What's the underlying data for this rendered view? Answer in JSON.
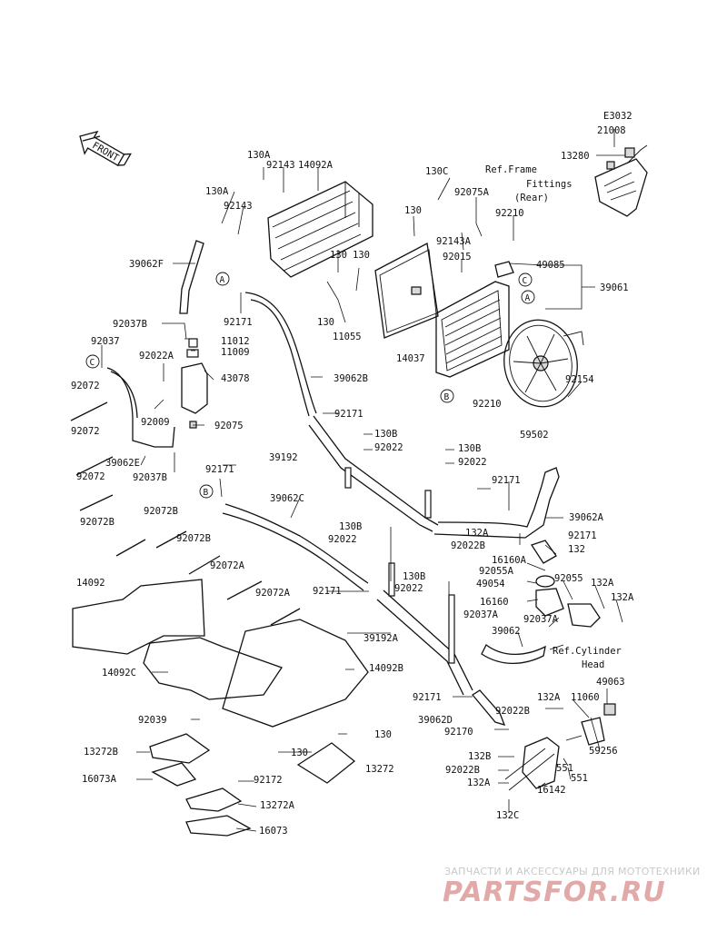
{
  "diagram_code": "E3032",
  "front_label": "FRONT",
  "refs": {
    "frame_line1": "Ref.Frame",
    "frame_line2": "Fittings",
    "frame_line3": "(Rear)",
    "cyl_line1": "Ref.Cylinder",
    "cyl_line2": "Head"
  },
  "markers": [
    "A",
    "B",
    "C"
  ],
  "labels": [
    {
      "id": "21008",
      "text": "21008"
    },
    {
      "id": "13280",
      "text": "13280"
    },
    {
      "id": "130A_1",
      "text": "130A"
    },
    {
      "id": "92143_1",
      "text": "92143"
    },
    {
      "id": "14092A",
      "text": "14092A"
    },
    {
      "id": "130A_2",
      "text": "130A"
    },
    {
      "id": "92143_2",
      "text": "92143"
    },
    {
      "id": "130C",
      "text": "130C"
    },
    {
      "id": "92075A",
      "text": "92075A"
    },
    {
      "id": "130_1",
      "text": "130"
    },
    {
      "id": "92210_1",
      "text": "92210"
    },
    {
      "id": "92143A",
      "text": "92143A"
    },
    {
      "id": "39062F",
      "text": "39062F"
    },
    {
      "id": "130_2",
      "text": "130"
    },
    {
      "id": "130_3",
      "text": "130"
    },
    {
      "id": "92015",
      "text": "92015"
    },
    {
      "id": "49085",
      "text": "49085"
    },
    {
      "id": "39061",
      "text": "39061"
    },
    {
      "id": "92171_1",
      "text": "92171"
    },
    {
      "id": "130_4",
      "text": "130"
    },
    {
      "id": "11055",
      "text": "11055"
    },
    {
      "id": "14037",
      "text": "14037"
    },
    {
      "id": "92037B_1",
      "text": "92037B"
    },
    {
      "id": "11012",
      "text": "11012"
    },
    {
      "id": "11009",
      "text": "11009"
    },
    {
      "id": "92037",
      "text": "92037"
    },
    {
      "id": "92022A",
      "text": "92022A"
    },
    {
      "id": "43078",
      "text": "43078"
    },
    {
      "id": "39062B",
      "text": "39062B"
    },
    {
      "id": "92154",
      "text": "92154"
    },
    {
      "id": "92072_1",
      "text": "92072"
    },
    {
      "id": "92210_2",
      "text": "92210"
    },
    {
      "id": "92009",
      "text": "92009"
    },
    {
      "id": "92171_2",
      "text": "92171"
    },
    {
      "id": "92075",
      "text": "92075"
    },
    {
      "id": "59502",
      "text": "59502"
    },
    {
      "id": "92072_2",
      "text": "92072"
    },
    {
      "id": "130B_1",
      "text": "130B"
    },
    {
      "id": "39062E",
      "text": "39062E"
    },
    {
      "id": "92022_1",
      "text": "92022"
    },
    {
      "id": "130B_2",
      "text": "130B"
    },
    {
      "id": "39192",
      "text": "39192"
    },
    {
      "id": "92022_2",
      "text": "92022"
    },
    {
      "id": "92037B_2",
      "text": "92037B"
    },
    {
      "id": "92072_3",
      "text": "92072"
    },
    {
      "id": "92171_3",
      "text": "92171"
    },
    {
      "id": "92171_4",
      "text": "92171"
    },
    {
      "id": "39062C",
      "text": "39062C"
    },
    {
      "id": "39062A",
      "text": "39062A"
    },
    {
      "id": "92072B_1",
      "text": "92072B"
    },
    {
      "id": "92072B_2",
      "text": "92072B"
    },
    {
      "id": "130B_3",
      "text": "130B"
    },
    {
      "id": "132A_1",
      "text": "132A"
    },
    {
      "id": "92171_5",
      "text": "92171"
    },
    {
      "id": "92022_3",
      "text": "92022"
    },
    {
      "id": "92022B_1",
      "text": "92022B"
    },
    {
      "id": "132",
      "text": "132"
    },
    {
      "id": "92072B_3",
      "text": "92072B"
    },
    {
      "id": "16160A",
      "text": "16160A"
    },
    {
      "id": "92072A_1",
      "text": "92072A"
    },
    {
      "id": "92055A",
      "text": "92055A"
    },
    {
      "id": "130B_4",
      "text": "130B"
    },
    {
      "id": "92055",
      "text": "92055"
    },
    {
      "id": "132A_2",
      "text": "132A"
    },
    {
      "id": "14092",
      "text": "14092"
    },
    {
      "id": "49054",
      "text": "49054"
    },
    {
      "id": "92171_6",
      "text": "92171"
    },
    {
      "id": "92022_4",
      "text": "92022"
    },
    {
      "id": "92072A_2",
      "text": "92072A"
    },
    {
      "id": "132A_3",
      "text": "132A"
    },
    {
      "id": "16160",
      "text": "16160"
    },
    {
      "id": "92037A_1",
      "text": "92037A"
    },
    {
      "id": "92037A_2",
      "text": "92037A"
    },
    {
      "id": "39062",
      "text": "39062"
    },
    {
      "id": "39192A",
      "text": "39192A"
    },
    {
      "id": "14092C",
      "text": "14092C"
    },
    {
      "id": "14092B",
      "text": "14092B"
    },
    {
      "id": "49063",
      "text": "49063"
    },
    {
      "id": "132A_4",
      "text": "132A"
    },
    {
      "id": "11060",
      "text": "11060"
    },
    {
      "id": "92171_7",
      "text": "92171"
    },
    {
      "id": "92022B_2",
      "text": "92022B"
    },
    {
      "id": "39062D",
      "text": "39062D"
    },
    {
      "id": "92039",
      "text": "92039"
    },
    {
      "id": "92170",
      "text": "92170"
    },
    {
      "id": "59256",
      "text": "59256"
    },
    {
      "id": "130_5",
      "text": "130"
    },
    {
      "id": "13272B",
      "text": "13272B"
    },
    {
      "id": "130_6",
      "text": "130"
    },
    {
      "id": "132B",
      "text": "132B"
    },
    {
      "id": "551_1",
      "text": "551"
    },
    {
      "id": "92022B_3",
      "text": "92022B"
    },
    {
      "id": "13272",
      "text": "13272"
    },
    {
      "id": "16073A",
      "text": "16073A"
    },
    {
      "id": "92172",
      "text": "92172"
    },
    {
      "id": "132A_5",
      "text": "132A"
    },
    {
      "id": "551_2",
      "text": "551"
    },
    {
      "id": "16142",
      "text": "16142"
    },
    {
      "id": "13272A",
      "text": "13272A"
    },
    {
      "id": "132C",
      "text": "132C"
    },
    {
      "id": "16073",
      "text": "16073"
    }
  ],
  "watermark": {
    "line1": "ЗАПЧАСТИ И АКСЕССУАРЫ ДЛЯ МОТОТЕХНИКИ",
    "line2": "PARTSFOR.RU"
  }
}
